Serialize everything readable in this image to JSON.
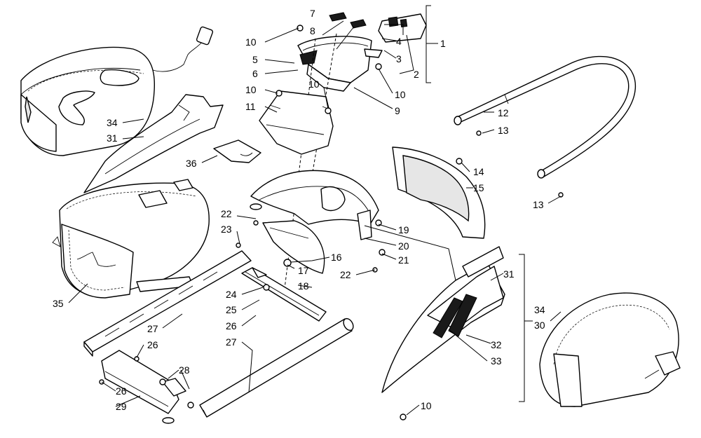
{
  "callouts": {
    "c1": "1",
    "c2": "2",
    "c3": "3",
    "c4": "4",
    "c5": "5",
    "c6": "6",
    "c7": "7",
    "c8": "8",
    "c9": "9",
    "c10a": "10",
    "c10b": "10",
    "c10c": "10",
    "c10d": "10",
    "c10e": "10",
    "c11": "11",
    "c12": "12",
    "c13a": "13",
    "c13b": "13",
    "c14": "14",
    "c15": "15",
    "c16": "16",
    "c17": "17",
    "c18": "18",
    "c19": "19",
    "c20": "20",
    "c21": "21",
    "c22a": "22",
    "c22b": "22",
    "c23": "23",
    "c24": "24",
    "c25": "25",
    "c26a": "26",
    "c26b": "26",
    "c26c": "26",
    "c27a": "27",
    "c27b": "27",
    "c28": "28",
    "c29": "29",
    "c30": "30",
    "c31a": "31",
    "c31b": "31",
    "c32": "32",
    "c33": "33",
    "c34a": "34",
    "c34b": "34",
    "c35": "35",
    "c36": "36"
  },
  "icons": [
    "bolt-icon",
    "washer-icon",
    "bracket-icon"
  ]
}
